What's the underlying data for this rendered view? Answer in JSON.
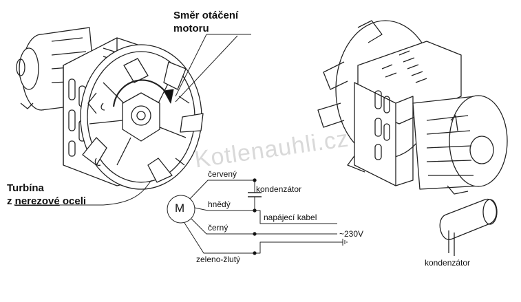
{
  "watermark": "Kotlenauhli.cz",
  "labels": {
    "rotation_line1": "Směr otáčení",
    "rotation_line2": "motoru",
    "turbine_line1": "Turbína",
    "turbine_line2_prefix": "z ",
    "turbine_line2_underlined": "nerezové",
    "turbine_line2_suffix": " oceli"
  },
  "wiring": {
    "motor_symbol": "M",
    "red": "červený",
    "brown": "hnědý",
    "black": "černý",
    "green_yellow": "zeleno-žlutý",
    "capacitor": "kondenzátor",
    "supply_cable": "napájecí kabel",
    "voltage": "~230V"
  },
  "capacitor_caption": "kondenzátor"
}
